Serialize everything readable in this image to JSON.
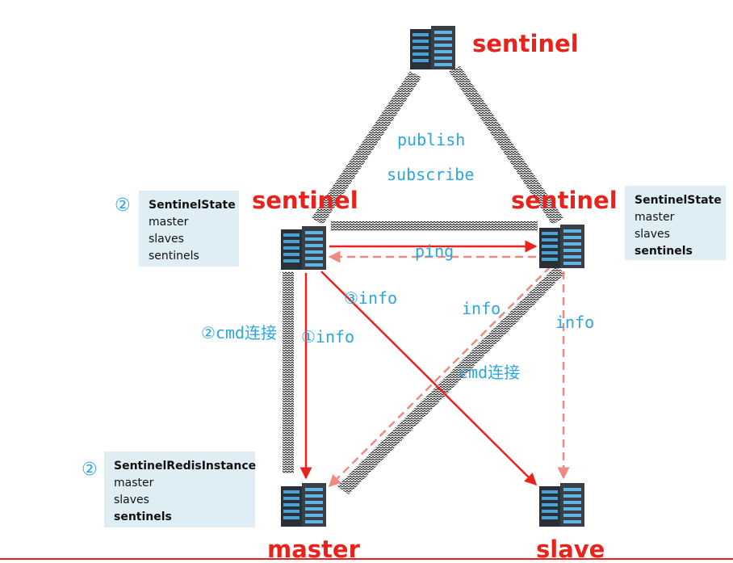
{
  "nodes": {
    "sentinel_top": {
      "label": "sentinel"
    },
    "sentinel_left": {
      "label": "sentinel"
    },
    "sentinel_right": {
      "label": "sentinel"
    },
    "master": {
      "label": "master"
    },
    "slave": {
      "label": "slave"
    }
  },
  "edge_labels": {
    "publish": "publish",
    "subscribe": "subscribe",
    "ping": "ping",
    "info_3": "③info",
    "info_1": "①info",
    "info_cross": "info",
    "info_right": "info",
    "cmd_connect_2": "②cmd连接",
    "cmd_connect": "cmd连接"
  },
  "step_marks": {
    "left_state": "②",
    "redis_instance": "②"
  },
  "info_boxes": {
    "left_state": {
      "title": "SentinelState",
      "lines": [
        "master",
        "slaves",
        "sentinels"
      ]
    },
    "right_state": {
      "title": "SentinelState",
      "lines": [
        "master",
        "slaves",
        "sentinels"
      ]
    },
    "redis_instance": {
      "title": "SentinelRedisInstance",
      "lines": [
        "master",
        "slaves",
        "sentinels"
      ]
    }
  },
  "colors": {
    "node_label": "#e8231c",
    "solid_arrow": "#e8231c",
    "dashed_arrow": "#f08a80",
    "edge_label": "#2aa7de",
    "box_bg": "#dfeef5"
  },
  "icons": {
    "server": "server-rack-icon"
  }
}
